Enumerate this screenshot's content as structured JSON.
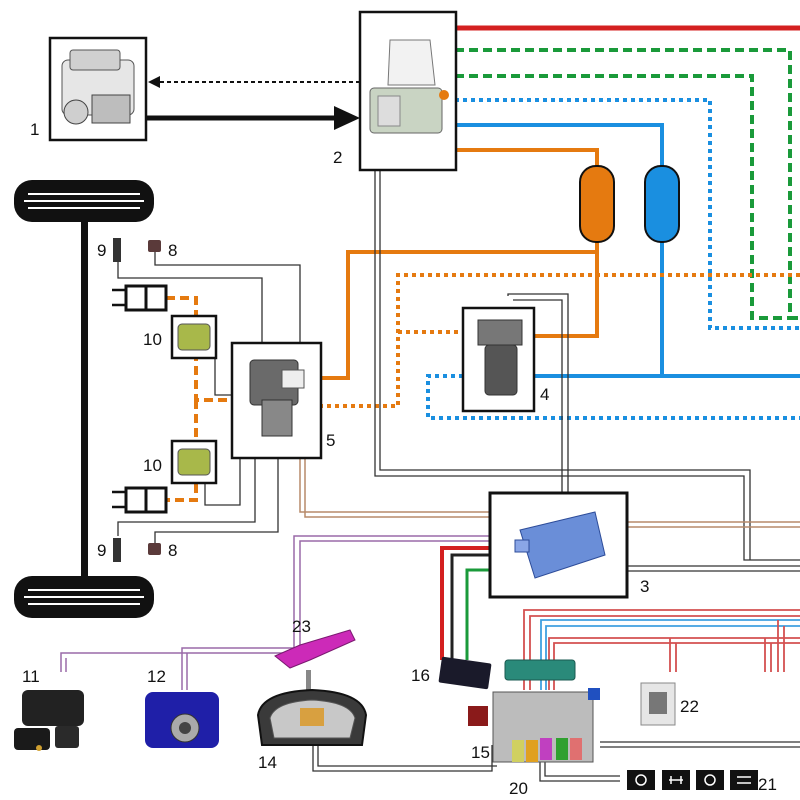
{
  "labels": {
    "n1": "1",
    "n2": "2",
    "n3": "3",
    "n4": "4",
    "n5": "5",
    "n8a": "8",
    "n8b": "8",
    "n9a": "9",
    "n9b": "9",
    "n10a": "10",
    "n10b": "10",
    "n11": "11",
    "n12": "12",
    "n14": "14",
    "n15": "15",
    "n16": "16",
    "n20": "20",
    "n21": "21",
    "n22": "22",
    "n23": "23"
  },
  "colors": {
    "supply_red": "#d42020",
    "circuit_green": "#1a9a3a",
    "circuit_blue": "#1a8fe0",
    "circuit_orange": "#e57a10",
    "signal_brown": "#b78a6a",
    "signal_purple": "#9a6aa8",
    "signal_black": "#333333",
    "reservoir_orange": "#e57a10",
    "reservoir_blue": "#1a8fe0"
  }
}
